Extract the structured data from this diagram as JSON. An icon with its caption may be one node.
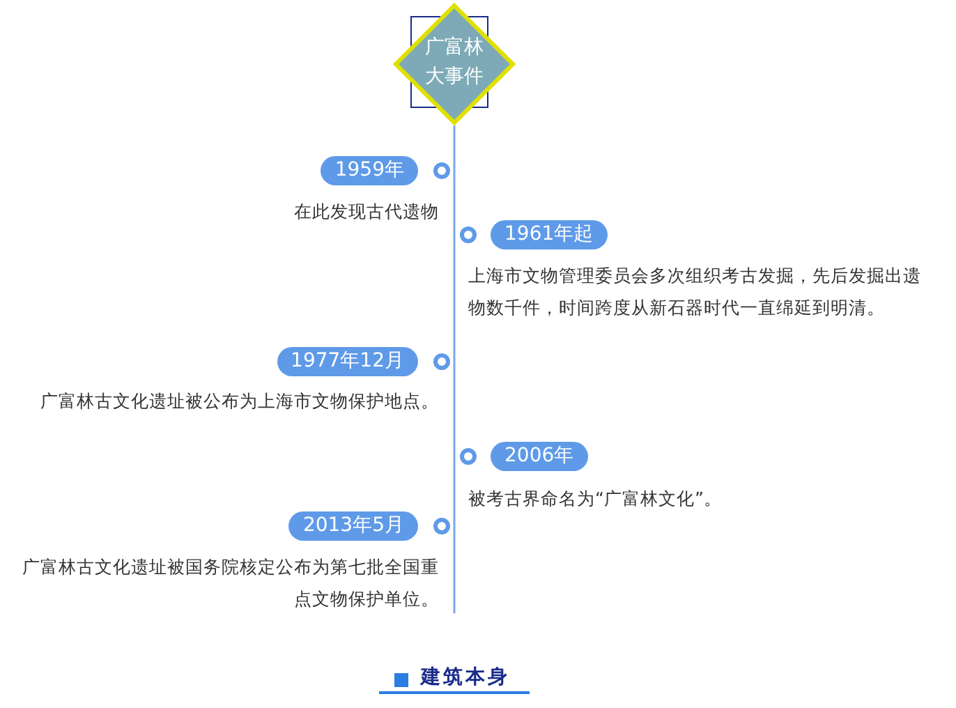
{
  "diagram": {
    "nodes": [
      {
        "text": [
          "广富林大事件"
        ]
      },
      {
        "text": [
          "1959年"
        ],
        "beside": [
          "在此发现古代遗物"
        ]
      },
      {
        "text": [
          "1961年起"
        ],
        "beside": [
          "上海市文物管理委员会多次组织考古发掘，先后发掘出遗物数千件，时间跨度从新石器时代一直绵延到明清。"
        ]
      },
      {
        "text": [
          "1977年12月"
        ],
        "beside": [
          "广富林古文化遗址被公布为上海市文物保护地点。"
        ]
      },
      {
        "text": [
          "2006年"
        ],
        "beside": [
          "被考古界命名为“广富林文化”。"
        ]
      },
      {
        "text": [
          "2013年5月"
        ],
        "beside": [
          "广富林古文化遗址被国务院核定公布为第七批全国重点文物保护单位。"
        ]
      }
    ],
    "labels": [
      "建筑本身"
    ]
  }
}
